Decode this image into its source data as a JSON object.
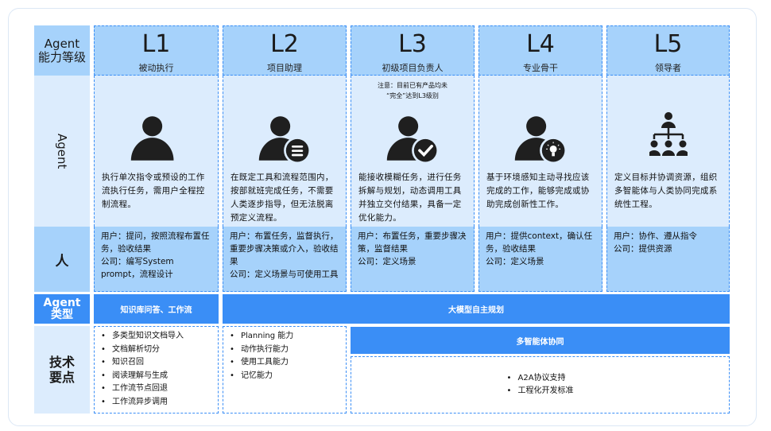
{
  "row_labels": {
    "level": "Agent\n能力等级",
    "agent": "Agent",
    "human": "人",
    "type": "Agent\n类型",
    "tech": "技术\n要点"
  },
  "levels": [
    {
      "level": "L1",
      "name": "被动执行",
      "icon": "person-icon",
      "desc": "执行单次指令或预设的工作流执行任务，需用户全程控制流程。",
      "human": [
        "用户：提问，按照流程布置任务，验收结果",
        "公司：编写System prompt，流程设计"
      ]
    },
    {
      "level": "L2",
      "name": "项目助理",
      "icon": "person-list-icon",
      "desc": "在既定工具和流程范围内，按部就班完成任务，不需要人类逐步指导，但无法脱离预定义流程。",
      "human": [
        "用户：布置任务，监督执行，重要步骤决策或介入，验收结果",
        "公司：定义场景与可使用工具"
      ]
    },
    {
      "level": "L3",
      "name": "初级项目负责人",
      "icon": "person-check-icon",
      "note": "注意：目前已有产品均未\n“完全”达到L3级别",
      "desc": "能接收模糊任务，进行任务拆解与规划，动态调用工具并独立交付结果，具备一定优化能力。",
      "human": [
        "用户：布置任务，重要步骤决策，监督结果",
        "公司：定义场景"
      ]
    },
    {
      "level": "L4",
      "name": "专业骨干",
      "icon": "person-lightbulb-icon",
      "desc": "基于环境感知主动寻找应该完成的工作，能够完成或协助完成创新性工作。",
      "human": [
        "用户：提供context，确认任务，验收结果",
        "公司：定义场景"
      ]
    },
    {
      "level": "L5",
      "name": "领导者",
      "icon": "org-chart-icon",
      "desc": "定义目标并协调资源，组织多智能体与人类协同完成系统性工程。",
      "human": [
        "用户：协作、遵从指令",
        "公司：提供资源"
      ]
    }
  ],
  "agent_types": {
    "l1": "知识库问答、工作流",
    "l2_l5": "大模型自主规划"
  },
  "tech": {
    "l1": [
      "多类型知识文档导入",
      "文档解析切分",
      "知识召回",
      "阅读理解与生成",
      "工作流节点回退",
      "工作流异步调用"
    ],
    "l2": [
      "Planning 能力",
      "动作执行能力",
      "使用工具能力",
      "记忆能力"
    ],
    "l3_l5_header": "多智能体协同",
    "l3_l5": [
      "A2A协议支持",
      "工程化开发标准"
    ]
  },
  "colors": {
    "accent": "#3a8ef6",
    "header": "#a6d2fb",
    "light": "#dcecfd"
  }
}
